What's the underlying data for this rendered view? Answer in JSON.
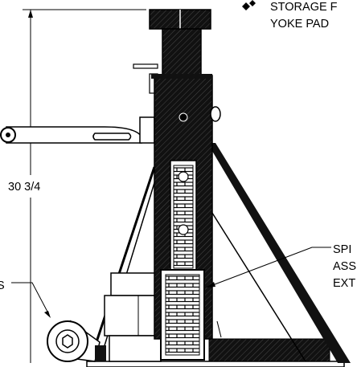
{
  "labels": {
    "storage_line1": "STORAGE F",
    "storage_line2": "YOKE PAD",
    "height_dimension": "30 3/4",
    "spindle_line1": "SPI",
    "spindle_line2": "ASS",
    "spindle_line3": "EXT",
    "left_callout": "S"
  },
  "colors": {
    "ink": "#000000",
    "paper": "#ffffff"
  }
}
